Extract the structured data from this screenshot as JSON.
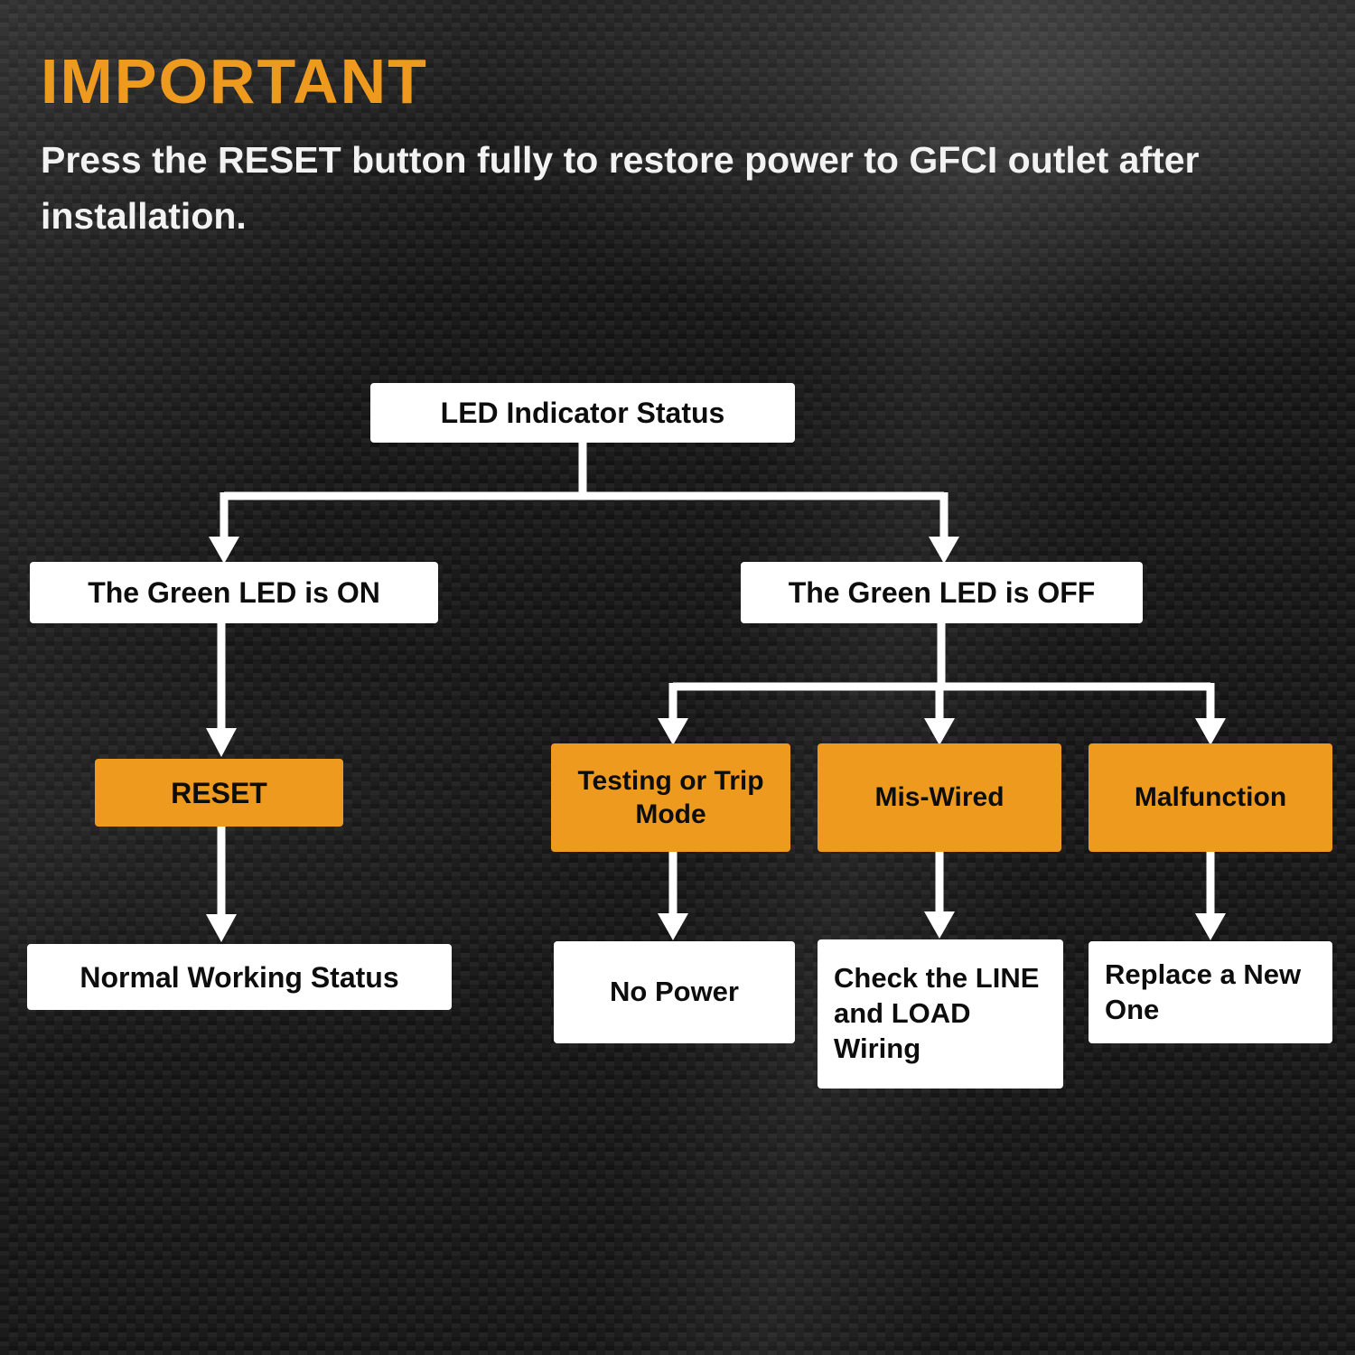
{
  "header": {
    "title": "IMPORTANT",
    "subtitle": "Press the RESET button fully to restore power to GFCI outlet after installation."
  },
  "flowchart": {
    "root": {
      "label": "LED Indicator Status"
    },
    "branch_on": {
      "label": "The Green LED is ON"
    },
    "branch_off": {
      "label": "The Green LED is OFF"
    },
    "reset": {
      "label": "RESET"
    },
    "normal": {
      "label": "Normal Working Status"
    },
    "testing": {
      "label": "Testing or Trip Mode"
    },
    "miswired": {
      "label": "Mis-Wired"
    },
    "malfunction": {
      "label": "Malfunction"
    },
    "no_power": {
      "label": "No Power"
    },
    "check_wiring": {
      "label": "Check the LINE and LOAD Wiring"
    },
    "replace": {
      "label": "Replace a New One"
    }
  },
  "colors": {
    "accent_orange": "#ED9A1E",
    "box_white": "#FFFFFF",
    "text_black": "#0d0d0d"
  }
}
